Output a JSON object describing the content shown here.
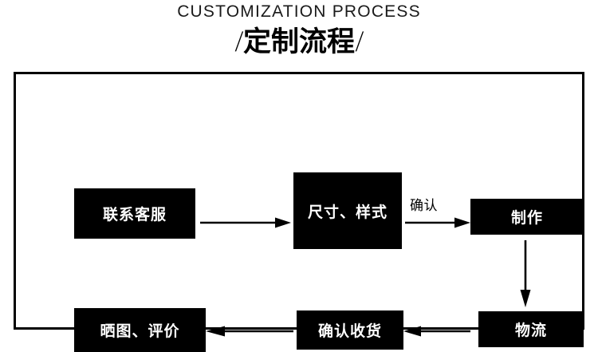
{
  "header": {
    "title_en": "CUSTOMIZATION PROCESS",
    "title_cn": "定制流程",
    "slash_left": "/",
    "slash_right": "/"
  },
  "flow": {
    "nodes": [
      {
        "id": "contact",
        "label": "联系客服",
        "row": 1,
        "order": 1
      },
      {
        "id": "spec",
        "label": "尺寸、样式",
        "row": 1,
        "order": 2
      },
      {
        "id": "make",
        "label": "制作",
        "row": 1,
        "order": 3
      },
      {
        "id": "logistics",
        "label": "物流",
        "row": 2,
        "order": 1
      },
      {
        "id": "receipt",
        "label": "确认收货",
        "row": 2,
        "order": 2
      },
      {
        "id": "review",
        "label": "晒图、评价",
        "row": 2,
        "order": 3
      }
    ],
    "connectors": [
      {
        "id": "contact-to-spec",
        "from": "contact",
        "to": "spec",
        "direction": "right",
        "label": ""
      },
      {
        "id": "spec-to-make",
        "from": "spec",
        "to": "make",
        "direction": "right",
        "label": "确认"
      },
      {
        "id": "make-to-logistics",
        "from": "make",
        "to": "logistics",
        "direction": "down",
        "label": ""
      },
      {
        "id": "logistics-to-receipt",
        "from": "logistics",
        "to": "receipt",
        "direction": "left",
        "label": ""
      },
      {
        "id": "receipt-to-review",
        "from": "receipt",
        "to": "review",
        "direction": "left",
        "label": ""
      }
    ]
  },
  "colors": {
    "node_fill": "#000000",
    "node_text": "#ffffff",
    "frame_border": "#000000",
    "background": "#ffffff",
    "arrow": "#000000"
  }
}
